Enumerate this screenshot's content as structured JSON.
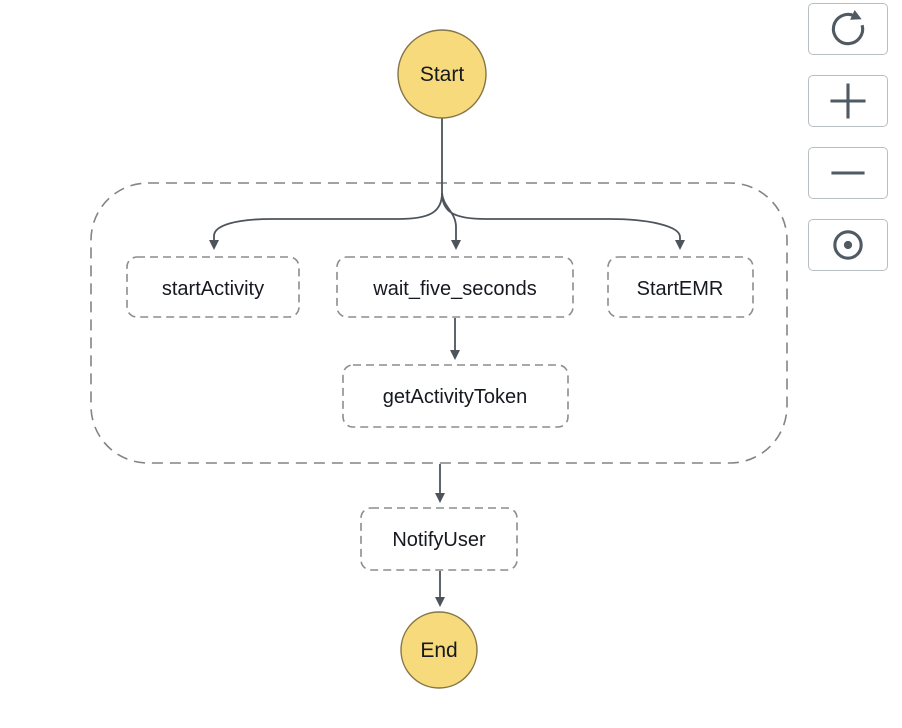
{
  "diagram_title": "State machine workflow graph",
  "nodes": {
    "start": {
      "label": "Start",
      "type": "start"
    },
    "start_activity": {
      "label": "startActivity",
      "type": "task"
    },
    "wait_five_seconds": {
      "label": "wait_five_seconds",
      "type": "task"
    },
    "start_emr": {
      "label": "StartEMR",
      "type": "task"
    },
    "get_activity_token": {
      "label": "getActivityToken",
      "type": "task"
    },
    "notify_user": {
      "label": "NotifyUser",
      "type": "task"
    },
    "end": {
      "label": "End",
      "type": "end"
    }
  },
  "parallel_state": {
    "branches": [
      "startActivity",
      "wait_five_seconds",
      "StartEMR"
    ]
  },
  "connections": [
    {
      "from": "Start",
      "to": "startActivity"
    },
    {
      "from": "Start",
      "to": "wait_five_seconds"
    },
    {
      "from": "Start",
      "to": "StartEMR"
    },
    {
      "from": "wait_five_seconds",
      "to": "getActivityToken"
    },
    {
      "from": "parallel-state",
      "to": "NotifyUser"
    },
    {
      "from": "NotifyUser",
      "to": "End"
    }
  ],
  "toolbar": {
    "buttons": [
      {
        "id": "refresh",
        "icon": "refresh-icon"
      },
      {
        "id": "zoom-in",
        "icon": "plus-icon"
      },
      {
        "id": "zoom-out",
        "icon": "minus-icon"
      },
      {
        "id": "center-graph",
        "icon": "center-icon"
      }
    ]
  },
  "colors": {
    "background": "#FFFFFF",
    "terminal_fill": "#F7DA7C",
    "terminal_stroke": "#857547",
    "edge": "#4D545C",
    "task_border": "#8A8D91",
    "parallel_border": "#818489",
    "text": "#16191F",
    "button_border": "#B7BFC3",
    "button_icon": "#505A63"
  }
}
